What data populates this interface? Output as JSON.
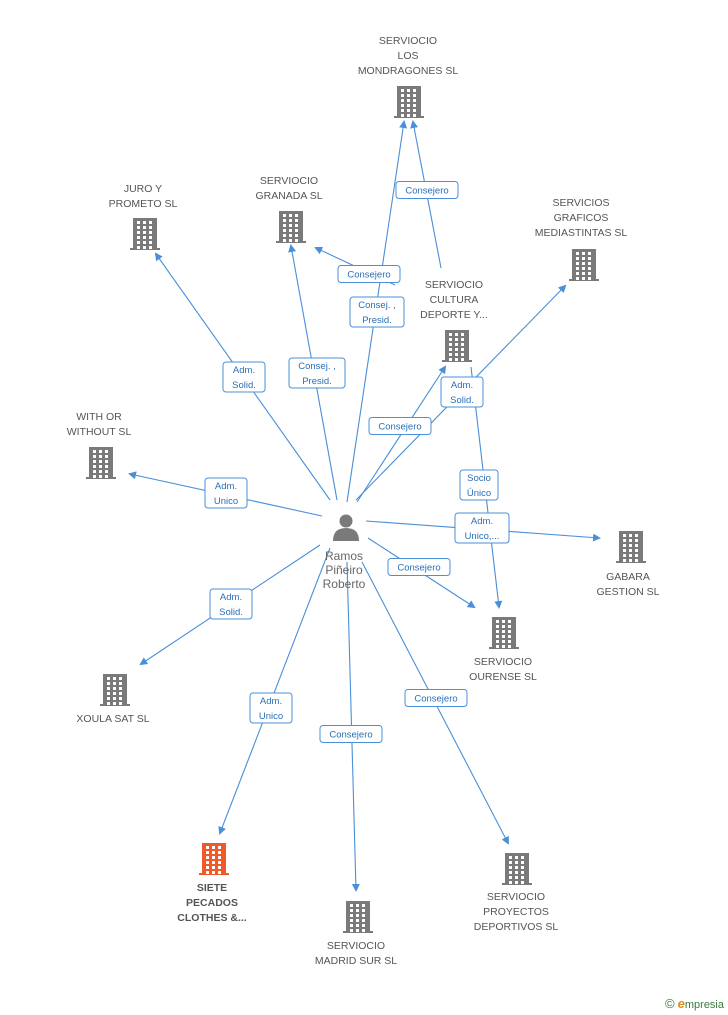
{
  "colors": {
    "edge": "#4a8fd8",
    "company": "#7a7a7a",
    "focus_company": "#f05a28",
    "person": "#7a7a7a"
  },
  "person": {
    "name_lines": [
      "Ramos",
      "Piñeiro",
      "Roberto"
    ],
    "icon": "person-icon"
  },
  "companies": [
    {
      "id": "mondragones",
      "lines": [
        "SERVIOCIO",
        "LOS",
        "MONDRAGONES SL"
      ],
      "icon": "building-icon",
      "focus": false
    },
    {
      "id": "juro",
      "lines": [
        "JURO Y",
        "PROMETO SL"
      ],
      "icon": "building-icon",
      "focus": false
    },
    {
      "id": "granada",
      "lines": [
        "SERVIOCIO",
        "GRANADA  SL"
      ],
      "icon": "building-icon",
      "focus": false
    },
    {
      "id": "mediastintas",
      "lines": [
        "SERVICIOS",
        "GRAFICOS",
        "MEDIASTINTAS SL"
      ],
      "icon": "building-icon",
      "focus": false
    },
    {
      "id": "cultura",
      "lines": [
        "SERVIOCIO",
        "CULTURA",
        "DEPORTE Y..."
      ],
      "icon": "building-icon",
      "focus": false
    },
    {
      "id": "withor",
      "lines": [
        "WITH OR",
        "WITHOUT SL"
      ],
      "icon": "building-icon",
      "focus": false
    },
    {
      "id": "gabara",
      "lines": [
        "GABARA",
        "GESTION SL"
      ],
      "icon": "building-icon",
      "focus": false
    },
    {
      "id": "ourense",
      "lines": [
        "SERVIOCIO",
        "OURENSE SL"
      ],
      "icon": "building-icon",
      "focus": false
    },
    {
      "id": "xoula",
      "lines": [
        "XOULA SAT SL"
      ],
      "icon": "building-icon",
      "focus": false
    },
    {
      "id": "siete",
      "lines": [
        "SIETE",
        "PECADOS",
        "CLOTHES &..."
      ],
      "icon": "building-icon",
      "focus": true
    },
    {
      "id": "madrid",
      "lines": [
        "SERVIOCIO",
        "MADRID SUR SL"
      ],
      "icon": "building-icon",
      "focus": false
    },
    {
      "id": "proyectos",
      "lines": [
        "SERVIOCIO",
        "PROYECTOS",
        "DEPORTIVOS SL"
      ],
      "icon": "building-icon",
      "focus": false
    }
  ],
  "edges": [
    {
      "to": "mondragones",
      "label_lines": [
        "Consej. ,",
        "Presid."
      ]
    },
    {
      "to": "mondragones",
      "from": "cultura",
      "label_lines": [
        "Consejero"
      ]
    },
    {
      "to": "juro",
      "label_lines": [
        "Adm.",
        "Solid."
      ]
    },
    {
      "to": "granada",
      "label_lines": [
        "Consej. ,",
        "Presid."
      ]
    },
    {
      "to": "granada",
      "label_lines": [
        "Consejero"
      ]
    },
    {
      "to": "mediastintas",
      "label_lines": [
        "Adm.",
        "Solid."
      ]
    },
    {
      "to": "cultura",
      "label_lines": [
        "Consejero"
      ]
    },
    {
      "to": "withor",
      "label_lines": [
        "Adm.",
        "Unico"
      ]
    },
    {
      "to": "gabara",
      "label_lines": [
        "Adm.",
        "Unico,..."
      ]
    },
    {
      "to": "ourense",
      "from": "cultura",
      "label_lines": [
        "Socio",
        "Único"
      ]
    },
    {
      "to": "ourense",
      "label_lines": [
        "Consejero"
      ]
    },
    {
      "to": "xoula",
      "label_lines": [
        "Adm.",
        "Solid."
      ]
    },
    {
      "to": "siete",
      "label_lines": [
        "Adm.",
        "Unico"
      ]
    },
    {
      "to": "madrid",
      "label_lines": [
        "Consejero"
      ]
    },
    {
      "to": "proyectos",
      "label_lines": [
        "Consejero"
      ]
    }
  ],
  "watermark": {
    "copyright": "©",
    "brand_initial": "e",
    "brand_rest": "mpresia"
  }
}
